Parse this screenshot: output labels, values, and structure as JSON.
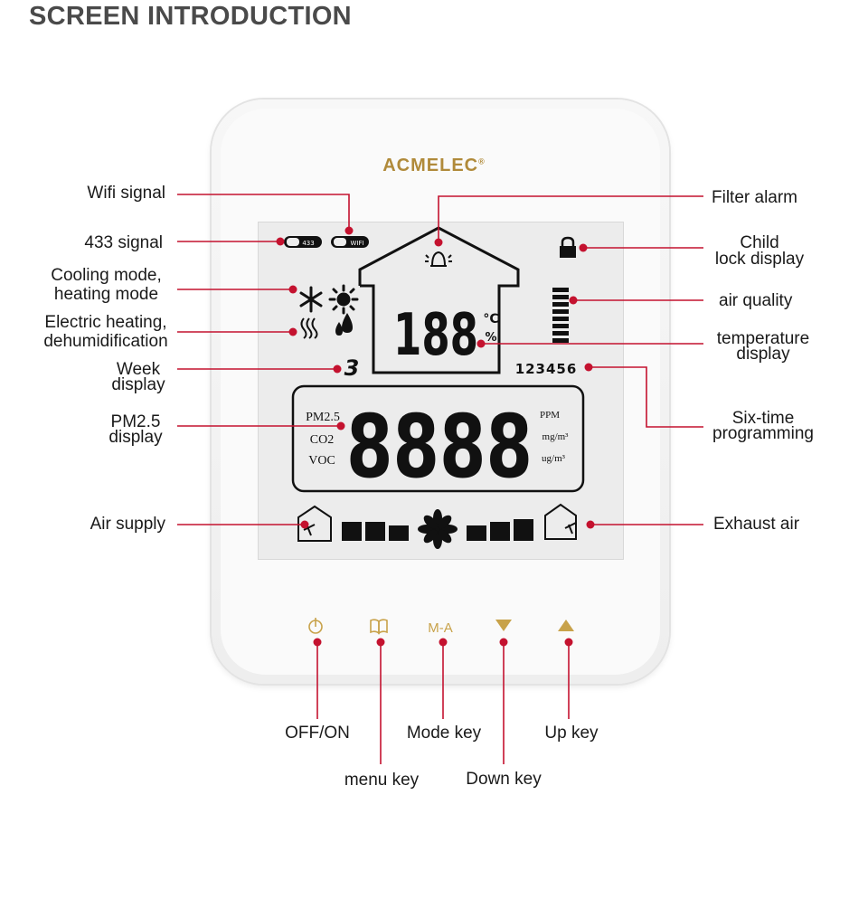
{
  "header": {
    "title": "SCREEN INTRODUCTION"
  },
  "device": {
    "brand": "ACMELEC",
    "brand_mark": "®",
    "accent_color": "#b08a3a",
    "pointer_color": "#c4122f"
  },
  "lcd": {
    "signal_433": "433",
    "signal_wifi": "WIFI",
    "temperature_digits": "188",
    "unit_celsius": "°C",
    "unit_percent": "%",
    "week_digit": "3",
    "program_slots": "123456",
    "pollutants": [
      "PM2.5",
      "CO2",
      "VOC"
    ],
    "main_digits": "8888",
    "units": [
      "PPM",
      "mg/m³",
      "ug/m³"
    ],
    "icons": [
      "lock-icon",
      "snowflake-icon",
      "sun-icon",
      "heater-icon",
      "droplet-icon",
      "bell-icon",
      "fan-icon",
      "house-icon"
    ]
  },
  "keys": {
    "power_glyph": "⏻",
    "menu_glyph": "📖",
    "mode_glyph": "M-A",
    "down_glyph": "▼",
    "up_glyph": "▲"
  },
  "callouts": {
    "wifi": "Wifi signal",
    "s433": "433 signal",
    "cooling_1": "Cooling mode,",
    "cooling_2": "heating mode",
    "electric_1": "Electric heating,",
    "electric_2": "dehumidification",
    "week_1": "Week",
    "week_2": "display",
    "pm_1": "PM2.5",
    "pm_2": "display",
    "air_supply": "Air supply",
    "filter": "Filter alarm",
    "child_1": "Child",
    "child_2": "lock display",
    "air_quality": "air quality",
    "temp_1": "temperature",
    "temp_2": "display",
    "six_1": "Six-time",
    "six_2": "programming",
    "exhaust": "Exhaust air",
    "off_on": "OFF/ON",
    "menu_key": "menu key",
    "mode_key": "Mode key",
    "down_key": "Down key",
    "up_key": "Up key"
  }
}
